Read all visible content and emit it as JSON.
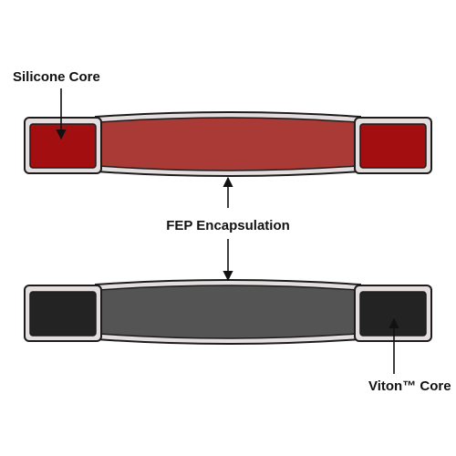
{
  "labels": {
    "top_core": "Silicone Core",
    "middle": "FEP Encapsulation",
    "bottom_core": "Viton™ Core"
  },
  "colors": {
    "silicone_core": "#a30f10",
    "silicone_body": "#aa3a36",
    "viton_core": "#232323",
    "viton_body": "#545454",
    "encapsulation_fill": "#e4dede",
    "outline": "#1c1c1c"
  }
}
